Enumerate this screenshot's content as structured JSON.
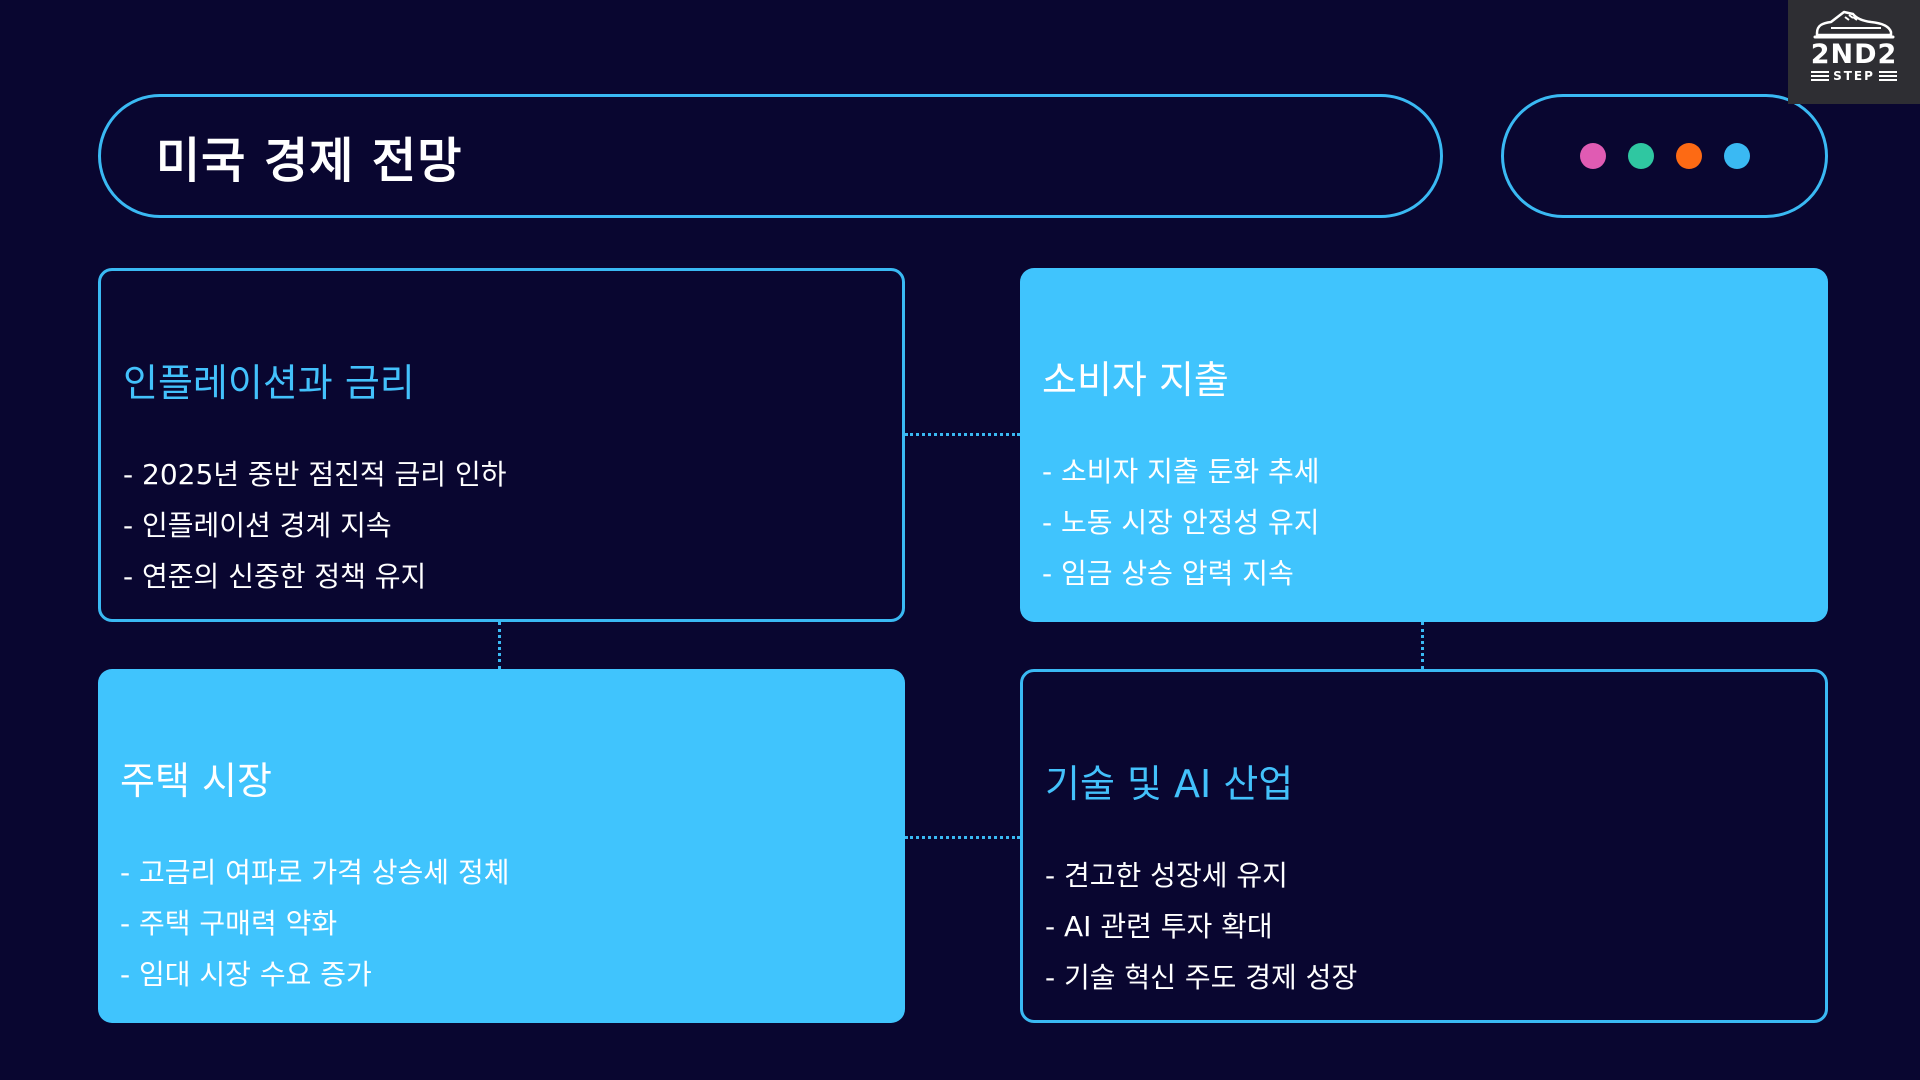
{
  "header": {
    "title": "미국 경제 전망"
  },
  "indicator_dots": {
    "colors": [
      "#e05bb3",
      "#2fc7a1",
      "#fd6a14",
      "#3ab9f3"
    ]
  },
  "logo": {
    "main": "2ND2",
    "sub": "STEP"
  },
  "cards": [
    {
      "title": "인플레이션과 금리",
      "items": [
        "- 2025년 중반 점진적 금리 인하",
        "- 인플레이션 경계 지속",
        "- 연준의 신중한 정책 유지"
      ]
    },
    {
      "title": "소비자 지출",
      "items": [
        "- 소비자 지출 둔화 추세",
        "- 노동 시장 안정성 유지",
        "- 임금 상승 압력 지속"
      ]
    },
    {
      "title": "주택 시장",
      "items": [
        "- 고금리 여파로 가격 상승세 정체",
        "- 주택 구매력 약화",
        "- 임대 시장 수요 증가"
      ]
    },
    {
      "title": "기술 및 AI 산업",
      "items": [
        "- 견고한 성장세 유지",
        "- AI 관련 투자 확대",
        "- 기술 혁신 주도 경제 성장"
      ]
    }
  ],
  "colors": {
    "background": "#090630",
    "accent": "#3ab9f3",
    "card_fill": "#40c4fd"
  }
}
